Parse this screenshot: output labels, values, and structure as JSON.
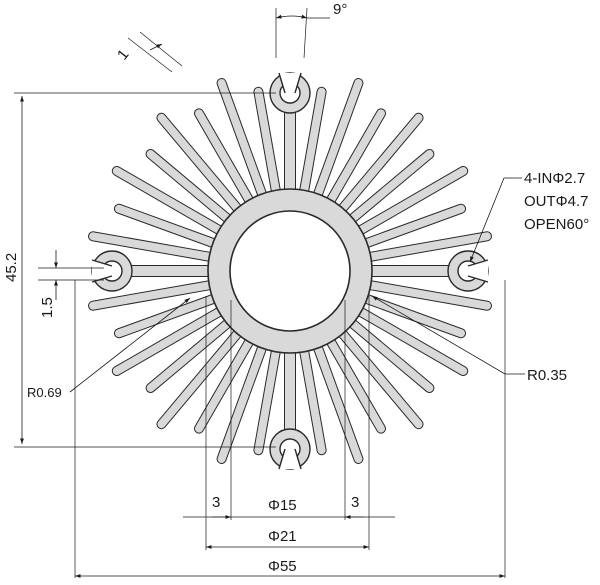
{
  "diagram": {
    "fin_count": 36,
    "mounting_slot_count": 4,
    "angle_dimension": "9°",
    "fin_thickness": "1",
    "height_dimension": "45.2",
    "slot_offset_dimension": "1.5",
    "radius_left": "R0.69",
    "radius_right": "R0.35",
    "hole_note": [
      "4-INΦ2.7",
      "OUTΦ4.7",
      "OPEN60°"
    ],
    "wall_left": "3",
    "wall_right": "3",
    "bore_diameter": "Φ15",
    "hub_diameter": "Φ21",
    "outer_diameter": "Φ55",
    "colors": {
      "fill": "#d9d9d9",
      "stroke": "#2a2a2a",
      "background": "#ffffff"
    }
  }
}
